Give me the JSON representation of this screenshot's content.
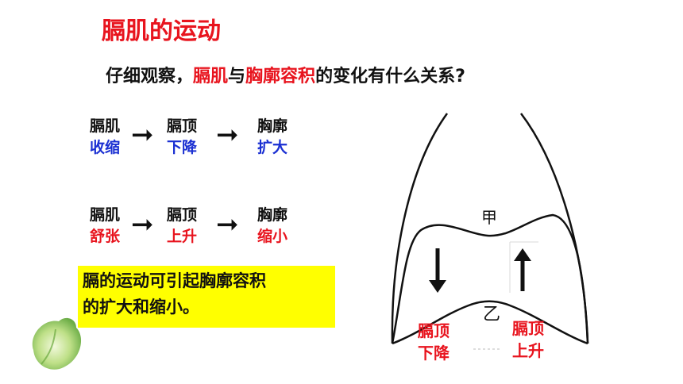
{
  "title": "膈肌的运动",
  "question": {
    "prefix": "仔细观察，",
    "term1": "膈肌",
    "mid": "与",
    "term2": "胸廓容积",
    "suffix": "的变化有什么关系?"
  },
  "flow1": {
    "a_top": "膈肌",
    "a_bottom": "收缩",
    "b_top": "膈顶",
    "b_bottom": "下降",
    "c_top": "胸廓",
    "c_bottom": "扩大"
  },
  "flow2": {
    "a_top": "膈肌",
    "a_bottom": "舒张",
    "b_top": "膈顶",
    "b_bottom": "上升",
    "c_top": "胸廓",
    "c_bottom": "缩小"
  },
  "arrow_glyph": "➞",
  "conclusion": {
    "line1": "膈的运动可引起胸廓容积",
    "line2": "的扩大和缩小。"
  },
  "diagram": {
    "label_jia": "甲",
    "label_yi": "乙",
    "left_label_top": "膈顶",
    "left_label_bottom": "下降",
    "right_label_top": "膈顶",
    "right_label_bottom": "上升"
  },
  "colors": {
    "red": "#e8141e",
    "blue": "#1a2fd2",
    "highlight": "#ffff00"
  },
  "icons": [
    "leaf-icon",
    "arrow-right-icon",
    "arrow-down-icon",
    "arrow-up-icon"
  ]
}
